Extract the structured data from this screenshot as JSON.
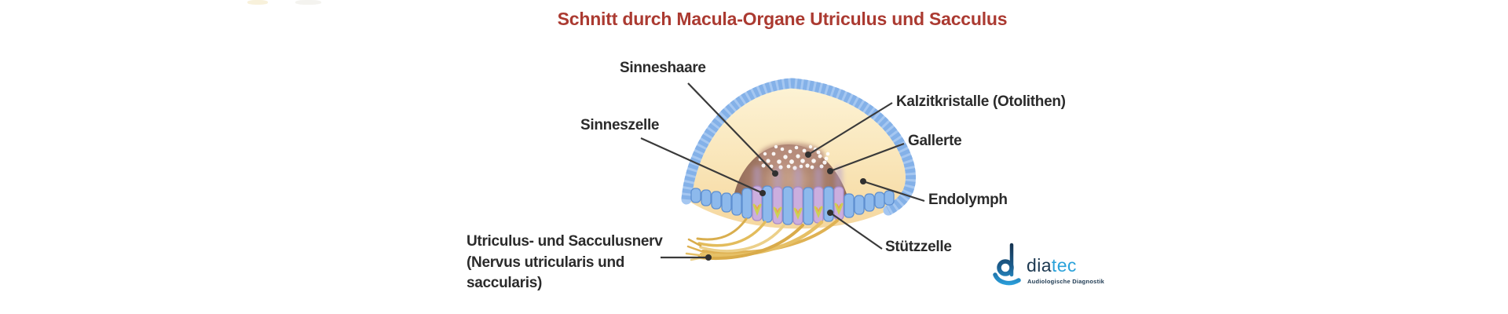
{
  "title": "Schnitt durch Macula-Organe Utriculus und Sacculus",
  "diagram": {
    "labels": {
      "sinneshaare": "Sinneshaare",
      "sinneszelle": "Sinneszelle",
      "kalzitkristalle": "Kalzitkristalle (Otolithen)",
      "gallerte": "Gallerte",
      "endolymph": "Endolymph",
      "stuetzzelle": "Stützzelle",
      "nerv_lines": [
        "Utriculus- und Sacculusnerv",
        "(Nervus utricularis und",
        "saccularis)"
      ]
    }
  },
  "logo": {
    "brand_dia": "dia",
    "brand_tec": "tec",
    "tagline": "Audiologische Diagnostik"
  },
  "colors": {
    "title_red": "#ab3a31",
    "label_text": "#2b2b2b",
    "membrane_blue": "#84b1e8",
    "membrane_blue_light": "#a5c7f1",
    "endolymph_cream": "#f6d89f",
    "macula_brown": "#8a6351",
    "otolith_white": "#ffffff",
    "sensory_lavender": "#cbaede",
    "chevron_yellow_green": "#ccd154",
    "nerve_gold": "#e2ba58",
    "leader_line": "#3a3a3a",
    "logo_navy": "#1c3850",
    "logo_blue": "#2aa2da"
  }
}
